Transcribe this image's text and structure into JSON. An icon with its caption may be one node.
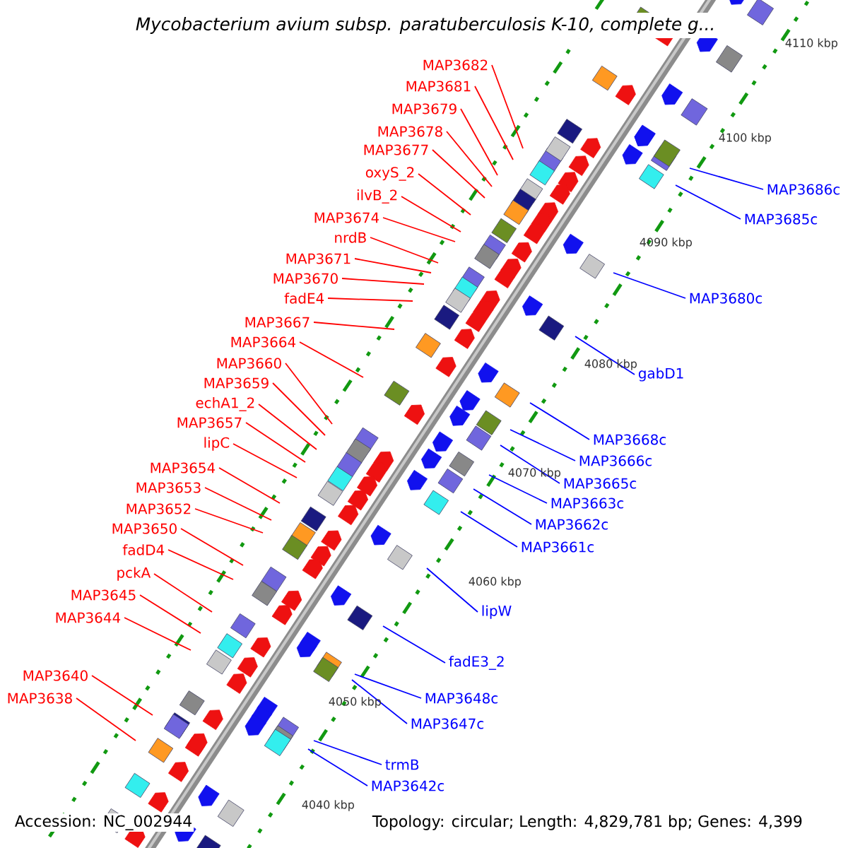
{
  "diagram": {
    "title": "Mycobacterium avium subsp. paratuberculosis K-10, complete g...",
    "nodes": [
      {
        "text": [
          "MAP3682"
        ]
      },
      {
        "text": [
          "MAP3681"
        ]
      },
      {
        "text": [
          "MAP3679"
        ]
      },
      {
        "text": [
          "MAP3678"
        ]
      },
      {
        "text": [
          "MAP3677"
        ]
      },
      {
        "text": [
          "oxyS_2"
        ]
      },
      {
        "text": [
          "ilvB_2"
        ]
      },
      {
        "text": [
          "MAP3674"
        ]
      },
      {
        "text": [
          "nrdB"
        ]
      },
      {
        "text": [
          "MAP3671"
        ]
      },
      {
        "text": [
          "MAP3670"
        ]
      },
      {
        "text": [
          "fadE4"
        ]
      },
      {
        "text": [
          "MAP3667"
        ]
      },
      {
        "text": [
          "MAP3664"
        ]
      },
      {
        "text": [
          "MAP3660"
        ]
      },
      {
        "text": [
          "MAP3659"
        ]
      },
      {
        "text": [
          "echA1_2"
        ]
      },
      {
        "text": [
          "MAP3657"
        ]
      },
      {
        "text": [
          "lipC"
        ]
      },
      {
        "text": [
          "MAP3654"
        ]
      },
      {
        "text": [
          "MAP3653"
        ]
      },
      {
        "text": [
          "MAP3652"
        ]
      },
      {
        "text": [
          "MAP3650"
        ]
      },
      {
        "text": [
          "fadD4"
        ]
      },
      {
        "text": [
          "pckA"
        ]
      },
      {
        "text": [
          "MAP3645"
        ]
      },
      {
        "text": [
          "MAP3644"
        ]
      },
      {
        "text": [
          "MAP3640"
        ]
      },
      {
        "text": [
          "MAP3638"
        ]
      },
      {
        "text": [
          "MAP3686c"
        ]
      },
      {
        "text": [
          "MAP3685c"
        ]
      },
      {
        "text": [
          "MAP3680c"
        ]
      },
      {
        "text": [
          "gabD1"
        ]
      },
      {
        "text": [
          "MAP3668c"
        ]
      },
      {
        "text": [
          "MAP3666c"
        ]
      },
      {
        "text": [
          "MAP3665c"
        ]
      },
      {
        "text": [
          "MAP3663c"
        ]
      },
      {
        "text": [
          "MAP3662c"
        ]
      },
      {
        "text": [
          "MAP3661c"
        ]
      },
      {
        "text": [
          "lipW"
        ]
      },
      {
        "text": [
          "fadE3_2"
        ]
      },
      {
        "text": [
          "MAP3648c"
        ]
      },
      {
        "text": [
          "MAP3647c"
        ]
      },
      {
        "text": [
          "trmB"
        ]
      },
      {
        "text": [
          "MAP3642c"
        ]
      }
    ],
    "edges": [
      {
        "from": 0,
        "to": null,
        "arrow": "none"
      },
      {
        "from": 1,
        "to": null,
        "arrow": "none"
      },
      {
        "from": 2,
        "to": null,
        "arrow": "none"
      },
      {
        "from": 3,
        "to": null,
        "arrow": "none"
      },
      {
        "from": 4,
        "to": null,
        "arrow": "none"
      },
      {
        "from": 5,
        "to": null,
        "arrow": "none"
      },
      {
        "from": 6,
        "to": null,
        "arrow": "none"
      },
      {
        "from": 7,
        "to": null,
        "arrow": "none"
      },
      {
        "from": 8,
        "to": null,
        "arrow": "none"
      },
      {
        "from": 9,
        "to": null,
        "arrow": "none"
      },
      {
        "from": 10,
        "to": null,
        "arrow": "none"
      },
      {
        "from": 11,
        "to": null,
        "arrow": "none"
      },
      {
        "from": 12,
        "to": null,
        "arrow": "none"
      },
      {
        "from": 13,
        "to": null,
        "arrow": "none"
      },
      {
        "from": 14,
        "to": null,
        "arrow": "none"
      },
      {
        "from": 15,
        "to": null,
        "arrow": "none"
      },
      {
        "from": 16,
        "to": null,
        "arrow": "none"
      },
      {
        "from": 17,
        "to": null,
        "arrow": "none"
      },
      {
        "from": 18,
        "to": null,
        "arrow": "none"
      },
      {
        "from": 19,
        "to": null,
        "arrow": "none"
      },
      {
        "from": 20,
        "to": null,
        "arrow": "none"
      },
      {
        "from": 21,
        "to": null,
        "arrow": "none"
      },
      {
        "from": 22,
        "to": null,
        "arrow": "none"
      },
      {
        "from": 23,
        "to": null,
        "arrow": "none"
      },
      {
        "from": 24,
        "to": null,
        "arrow": "none"
      },
      {
        "from": 25,
        "to": null,
        "arrow": "none"
      },
      {
        "from": 26,
        "to": null,
        "arrow": "none"
      },
      {
        "from": 27,
        "to": null,
        "arrow": "none"
      },
      {
        "from": 28,
        "to": null,
        "arrow": "none"
      },
      {
        "from": 29,
        "to": null,
        "arrow": "none",
        "color": "#0000ff"
      },
      {
        "from": 30,
        "to": null,
        "arrow": "none",
        "color": "#0000ff"
      },
      {
        "from": 31,
        "to": null,
        "arrow": "none",
        "color": "#0000ff"
      },
      {
        "from": 32,
        "to": null,
        "arrow": "none",
        "color": "#0000ff"
      },
      {
        "from": 33,
        "to": null,
        "arrow": "none",
        "color": "#0000ff"
      },
      {
        "from": 34,
        "to": null,
        "arrow": "none",
        "color": "#0000ff"
      },
      {
        "from": 35,
        "to": null,
        "arrow": "none",
        "color": "#0000ff"
      },
      {
        "from": 36,
        "to": null,
        "arrow": "none",
        "color": "#0000ff"
      },
      {
        "from": 37,
        "to": null,
        "arrow": "none",
        "color": "#0000ff"
      },
      {
        "from": 38,
        "to": null,
        "arrow": "none",
        "color": "#0000ff"
      },
      {
        "from": 39,
        "to": null,
        "arrow": "none",
        "color": "#0000ff"
      },
      {
        "from": 40,
        "to": null,
        "arrow": "none",
        "color": "#0000ff"
      },
      {
        "from": 41,
        "to": null,
        "arrow": "none",
        "color": "#0000ff"
      },
      {
        "from": 42,
        "to": null,
        "arrow": "none",
        "color": "#0000ff"
      },
      {
        "from": 43,
        "to": null,
        "arrow": "none",
        "color": "#0000ff"
      },
      {
        "from": 44,
        "to": null,
        "arrow": "none",
        "color": "#0000ff"
      }
    ],
    "labels": [
      "4110 kbp",
      "4100 kbp",
      "4090 kbp",
      "4080 kbp",
      "4070 kbp",
      "4060 kbp",
      "4050 kbp",
      "4040 kbp",
      "Accession: NC_002944",
      "Topology: circular; Length: 4,829,781 bp; Genes: 4,399"
    ]
  }
}
